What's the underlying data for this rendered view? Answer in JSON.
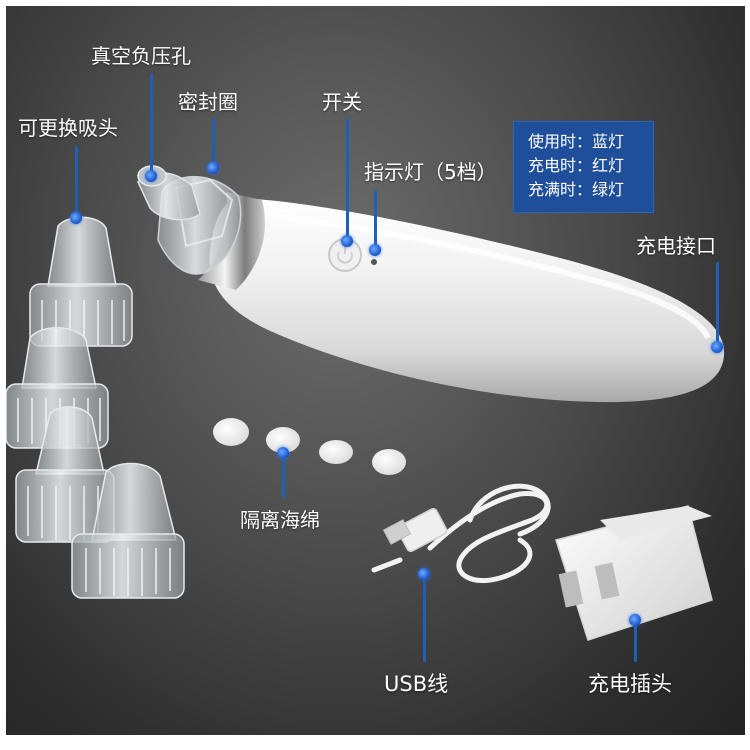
{
  "labels": {
    "vacuum_hole": "真空负压孔",
    "seal_ring": "密封圈",
    "replaceable_head": "可更换吸头",
    "switch": "开关",
    "indicator": "指示灯（5档）",
    "charging_port": "充电接口",
    "sponge": "隔离海绵",
    "usb_cable": "USB线",
    "charger_plug": "充电插头"
  },
  "indicator_box": {
    "lines": [
      "使用时：蓝灯",
      "充电时：红灯",
      "充满时：绿灯"
    ]
  },
  "colors": {
    "accent_blue": "#1f5fb8",
    "box_blue": "#1f4f9a",
    "background": "#4a4a4a"
  }
}
